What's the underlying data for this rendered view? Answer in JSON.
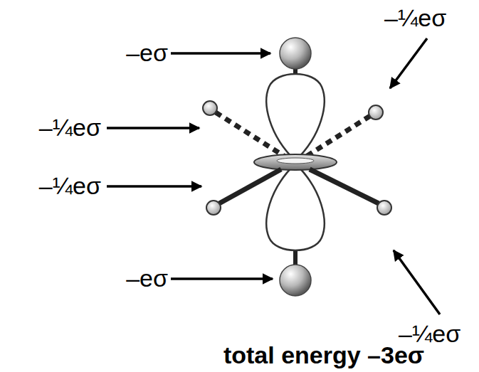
{
  "diagram": {
    "caption": "total energy –3eσ",
    "labels": [
      "–¼eσ",
      "–eσ",
      "–¼eσ",
      "–¼eσ",
      "–eσ",
      "–¼eσ"
    ]
  }
}
